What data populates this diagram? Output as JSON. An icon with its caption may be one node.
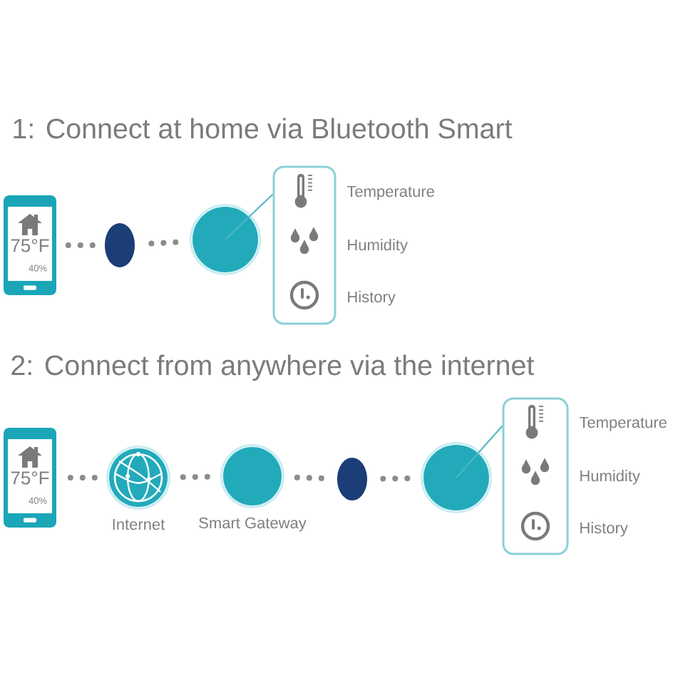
{
  "diagram": {
    "nodes": [
      {
        "text": [
          "75°F",
          "40%"
        ]
      },
      {
        "text": [],
        "shape": "oval"
      },
      {
        "text": [],
        "shape": "circle"
      },
      {
        "text": [],
        "shape": "box",
        "beside": [
          "Temperature",
          "Humidity",
          "History"
        ]
      },
      {
        "text": [
          "75°F",
          "40%"
        ]
      },
      {
        "text": [],
        "shape": "circle",
        "beside": [
          "Internet"
        ]
      },
      {
        "text": [],
        "shape": "circle",
        "beside": [
          "Smart Gateway"
        ]
      },
      {
        "text": [],
        "shape": "oval"
      },
      {
        "text": [],
        "shape": "circle"
      },
      {
        "text": [],
        "shape": "box",
        "beside": [
          "Temperature",
          "Humidity",
          "History"
        ]
      }
    ],
    "edges": [
      {
        "from": 0,
        "to": 1,
        "arrow": "none",
        "style": "dashed"
      },
      {
        "from": 1,
        "to": 2,
        "arrow": "none",
        "style": "dashed"
      },
      {
        "from": 2,
        "to": 3,
        "arrow": "none",
        "color": "#4fb6c3"
      },
      {
        "from": 4,
        "to": 5,
        "arrow": "none",
        "style": "dashed"
      },
      {
        "from": 5,
        "to": 6,
        "arrow": "none",
        "style": "dashed"
      },
      {
        "from": 6,
        "to": 7,
        "arrow": "none",
        "style": "dashed"
      },
      {
        "from": 7,
        "to": 8,
        "arrow": "none",
        "style": "dashed"
      },
      {
        "from": 8,
        "to": 9,
        "arrow": "none",
        "color": "#4fb6c3"
      }
    ],
    "labels": [
      "1: Connect at home via Bluetooth Smart",
      "2: Connect from anywhere via the internet"
    ]
  }
}
